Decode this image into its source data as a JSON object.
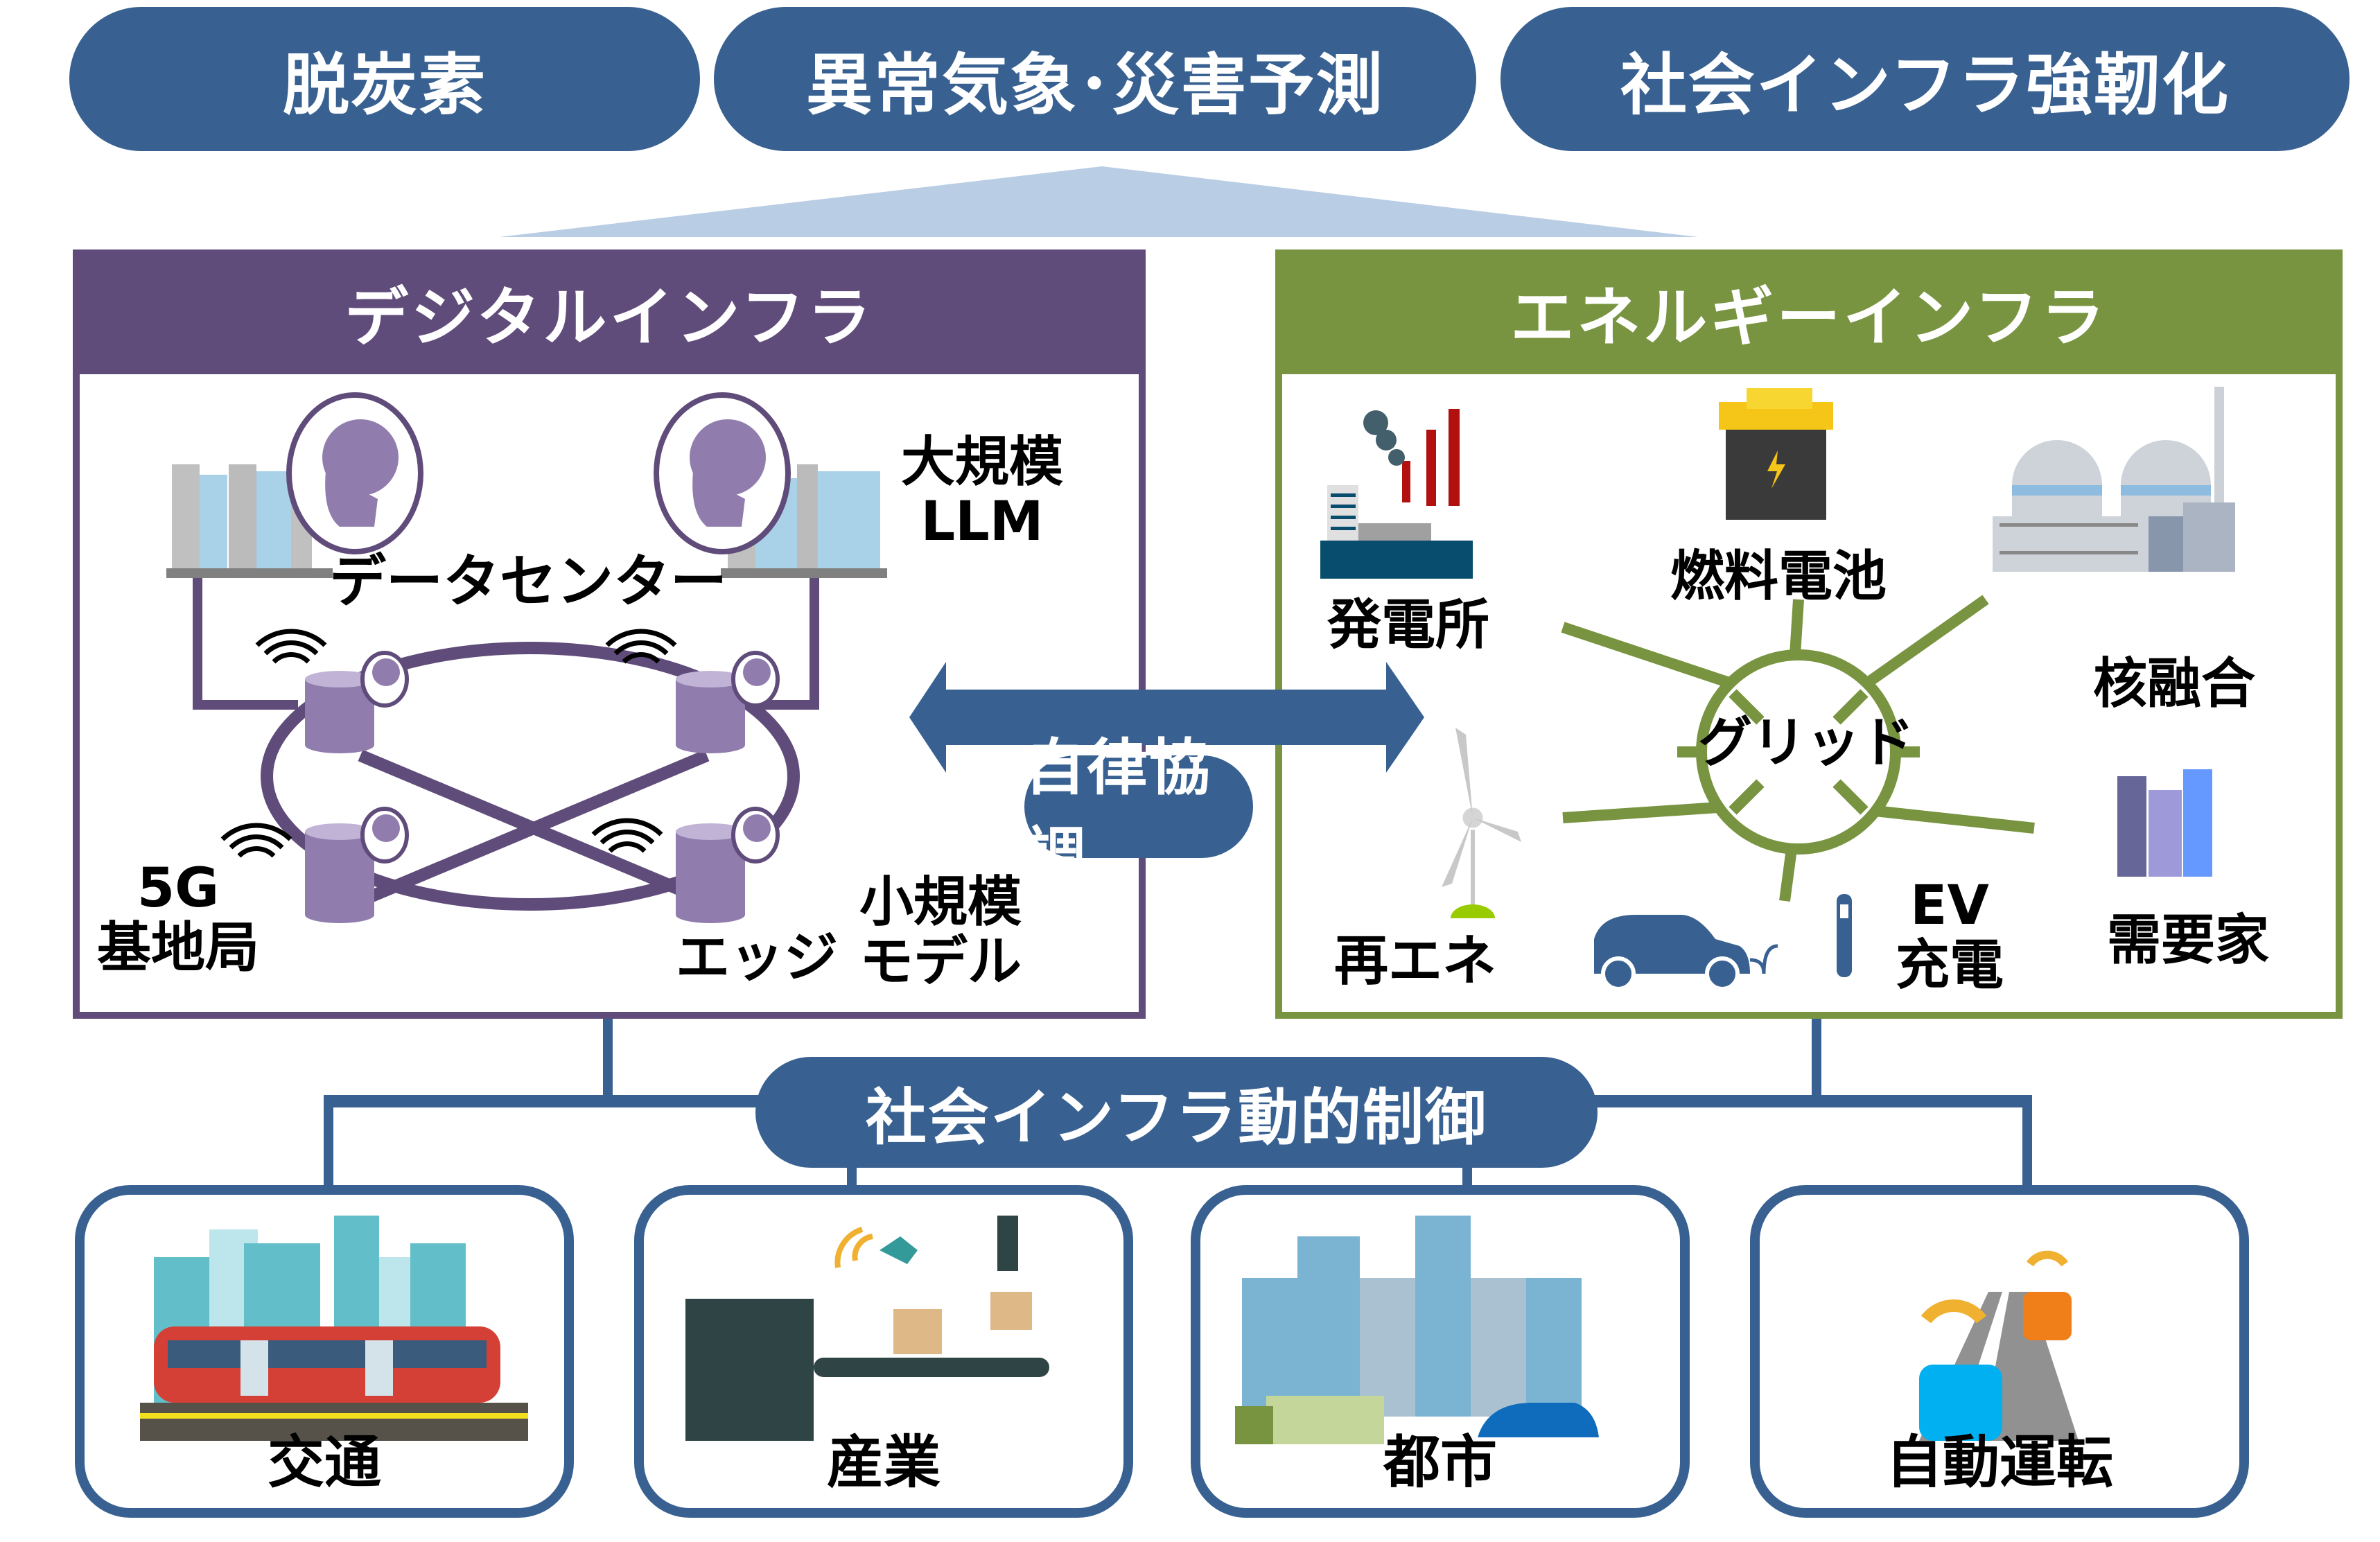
{
  "goals": [
    {
      "label": "脱炭素"
    },
    {
      "label": "異常気象･災害予測"
    },
    {
      "label": "社会インフラ強靭化"
    }
  ],
  "digital_infra": {
    "title": "デジタルインフラ",
    "labels": {
      "datacenter": "データセンター",
      "large_model_1": "大規模",
      "large_model_2": "LLM",
      "base_station_1": "5G",
      "base_station_2": "基地局",
      "edge": "エッジ",
      "small_model_1": "小規模",
      "small_model_2": "モデル"
    }
  },
  "coordination": {
    "label": "自律協調"
  },
  "energy_infra": {
    "title": "エネルギーインフラ",
    "labels": {
      "power_plant": "発電所",
      "fuel_cell": "燃料電池",
      "fusion": "核融合",
      "grid": "グリッド",
      "renewable": "再エネ",
      "ev_1": "EV",
      "ev_2": "充電",
      "consumer": "需要家"
    }
  },
  "dynamic_control": {
    "label": "社会インフラ動的制御"
  },
  "domains": [
    {
      "label": "交通",
      "icon": "train-city-icon"
    },
    {
      "label": "産業",
      "icon": "factory-robot-icon"
    },
    {
      "label": "都市",
      "icon": "smart-city-icon"
    },
    {
      "label": "自動運転",
      "icon": "autonomous-car-icon"
    }
  ],
  "colors": {
    "primary_blue": "#386191",
    "light_blue": "#b9cde4",
    "digital_purple": "#604c7a",
    "energy_green": "#789440",
    "node_purple": "#917cae"
  }
}
